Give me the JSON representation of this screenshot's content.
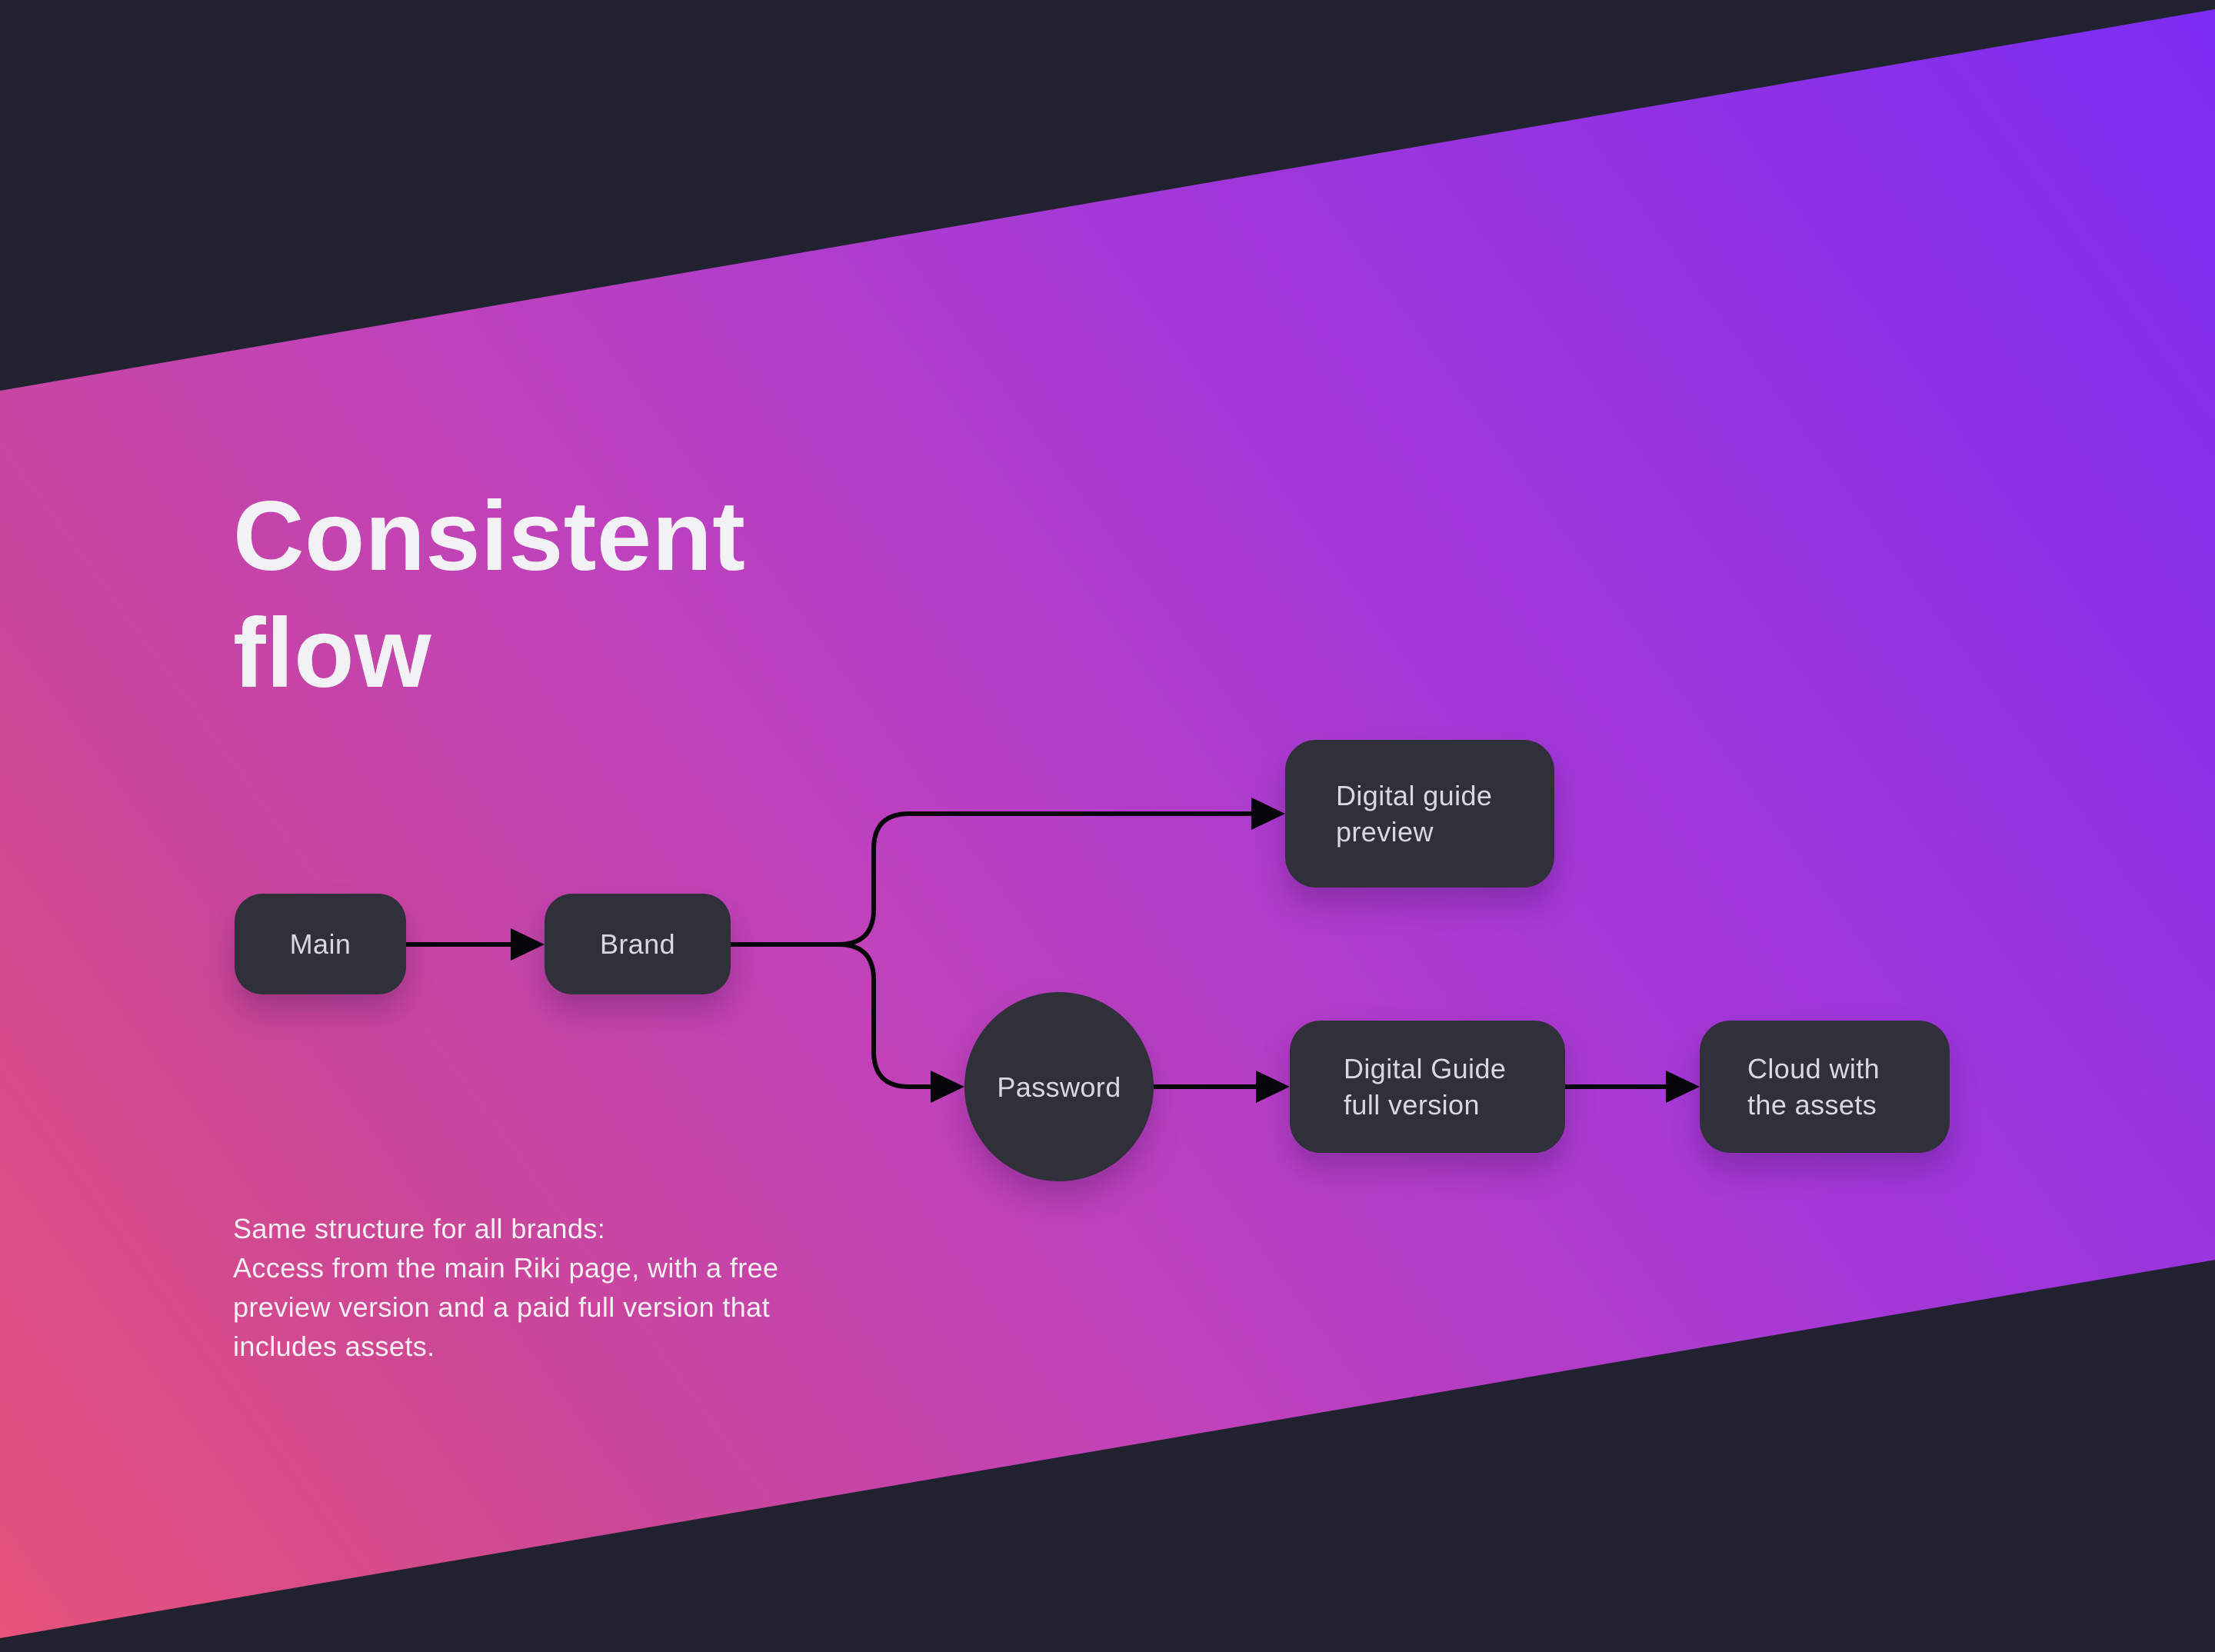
{
  "slide": {
    "title": "Consistent\nflow",
    "description": "Same structure for all brands:\nAccess from the main Riki page, with a free\npreview version and a paid full version that\nincludes assets."
  },
  "flow": {
    "nodes": [
      {
        "id": "main",
        "label": "Main",
        "shape": "rounded-rect"
      },
      {
        "id": "brand",
        "label": "Brand",
        "shape": "rounded-rect"
      },
      {
        "id": "digital-guide-preview",
        "label": "Digital guide\npreview",
        "shape": "rounded-rect"
      },
      {
        "id": "password",
        "label": "Password",
        "shape": "circle"
      },
      {
        "id": "digital-guide-full",
        "label": "Digital Guide\nfull version",
        "shape": "rounded-rect"
      },
      {
        "id": "cloud-assets",
        "label": "Cloud with\nthe assets",
        "shape": "rounded-rect"
      }
    ],
    "edges": [
      {
        "from": "main",
        "to": "brand"
      },
      {
        "from": "brand",
        "to": "digital-guide-preview"
      },
      {
        "from": "brand",
        "to": "password"
      },
      {
        "from": "password",
        "to": "digital-guide-full"
      },
      {
        "from": "digital-guide-full",
        "to": "cloud-assets"
      }
    ]
  },
  "colors": {
    "background": "#212230",
    "band_gradient_start": "#e7537a",
    "band_gradient_mid": "#c042bb",
    "band_gradient_end": "#7c2cf2",
    "node_fill": "#2f303a",
    "node_text": "#d9d8de",
    "connector": "#060609",
    "title_text": "#f2f1f4"
  }
}
